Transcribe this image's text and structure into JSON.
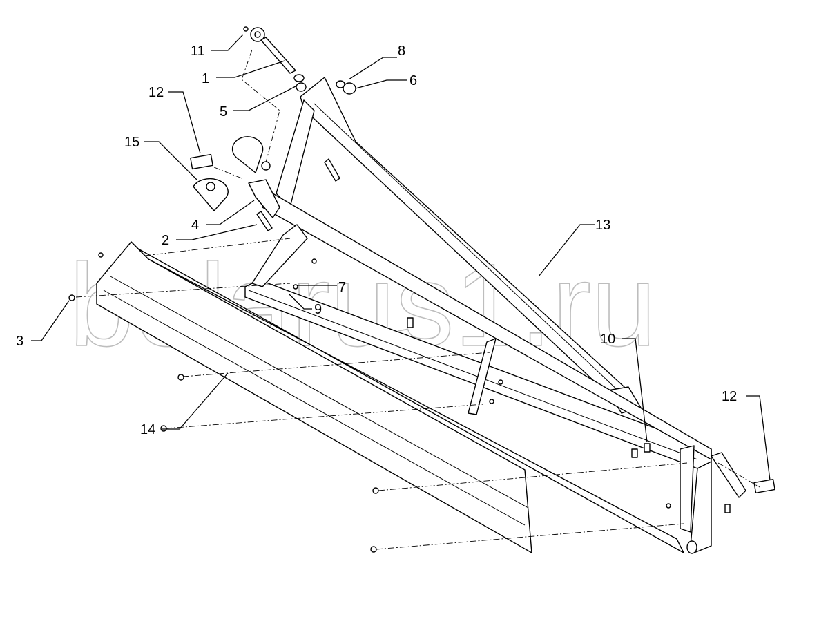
{
  "diagram": {
    "watermark": "belarus1.ru",
    "callouts": [
      {
        "id": "11",
        "text": "11"
      },
      {
        "id": "1",
        "text": "1"
      },
      {
        "id": "12a",
        "text": "12"
      },
      {
        "id": "8",
        "text": "8"
      },
      {
        "id": "6",
        "text": "6"
      },
      {
        "id": "5",
        "text": "5"
      },
      {
        "id": "15",
        "text": "15"
      },
      {
        "id": "4",
        "text": "4"
      },
      {
        "id": "2",
        "text": "2"
      },
      {
        "id": "13",
        "text": "13"
      },
      {
        "id": "7",
        "text": "7"
      },
      {
        "id": "9",
        "text": "9"
      },
      {
        "id": "3",
        "text": "3"
      },
      {
        "id": "10",
        "text": "10"
      },
      {
        "id": "12b",
        "text": "12"
      },
      {
        "id": "14",
        "text": "14"
      }
    ]
  }
}
